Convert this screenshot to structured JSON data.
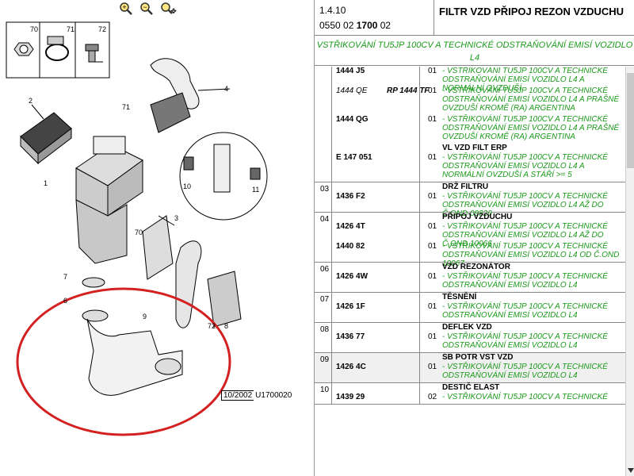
{
  "zoom": {
    "zoom_in_label": "+",
    "zoom_out_label": "−",
    "pan_label": "✥"
  },
  "diagram": {
    "callouts": [
      "70",
      "71",
      "72",
      "2",
      "1",
      "71",
      "4",
      "10",
      "11",
      "3",
      "70",
      "7",
      "6",
      "9",
      "72",
      "8"
    ],
    "ref_date": "10/2002",
    "ref_code": "U1700020",
    "highlight_color": "#d42020"
  },
  "header": {
    "section": "1.4.10",
    "part_prefix": "0550 02 ",
    "part_bold": "1700",
    "part_suffix": " 02",
    "title": "FILTR VZD PŘIPOJ REZON VZDUCHU",
    "variant": "VSTŘIKOVÁNÍ TU5JP 100CV A TECHNICKÉ ODSTRAŇOVÁNÍ EMISÍ VOZIDLO L4"
  },
  "rows": [
    {
      "num": "",
      "name": "",
      "lines": [
        {
          "ref": "1444 J5",
          "italic": false,
          "alt": "",
          "qty": "01",
          "text": "- VSTŘIKOVÁNÍ TU5JP 100CV A TECHNICKÉ ODSTRAŇOVÁNÍ EMISÍ VOZIDLO L4 A NORMÁLNÍ OVZDUŠÍ"
        },
        {
          "ref": "1444 QE",
          "italic": true,
          "alt": "RP 1444 TF",
          "qty": "01",
          "text": "- VSTŘIKOVÁNÍ TU5JP 100CV A TECHNICKÉ ODSTRAŇOVÁNÍ EMISÍ VOZIDLO L4 A PRAŠNÉ OVZDUŠÍ KROMĚ (RA) ARGENTINA"
        },
        {
          "ref": "1444 QG",
          "italic": false,
          "alt": "",
          "qty": "01",
          "text": "- VSTŘIKOVÁNÍ TU5JP 100CV A TECHNICKÉ ODSTRAŇOVÁNÍ EMISÍ VOZIDLO L4 A PRAŠNÉ OVZDUŠÍ KROMĚ (RA) ARGENTINA"
        },
        {
          "ref": "E 147 051",
          "italic": false,
          "alt": "",
          "qty": "01",
          "name": "VL VZD FILT ERP",
          "text": "- VSTŘIKOVÁNÍ TU5JP 100CV A TECHNICKÉ ODSTRAŇOVÁNÍ EMISÍ VOZIDLO L4 A NORMÁLNÍ OVZDUŠÍ A STÁŘÍ >= 5"
        }
      ]
    },
    {
      "num": "03",
      "name": "DRŽ FILTRU",
      "lines": [
        {
          "ref": "1436 F2",
          "italic": false,
          "alt": "",
          "qty": "01",
          "text": "- VSTŘIKOVÁNÍ TU5JP 100CV A TECHNICKÉ ODSTRAŇOVÁNÍ EMISÍ VOZIDLO L4 AŽ DO Č.OND 09820"
        }
      ]
    },
    {
      "num": "04",
      "name": "PŘIPOJ VZDUCHU",
      "lines": [
        {
          "ref": "1426 4T",
          "italic": false,
          "alt": "",
          "qty": "01",
          "text": "- VSTŘIKOVÁNÍ TU5JP 100CV A TECHNICKÉ ODSTRAŇOVÁNÍ EMISÍ VOZIDLO L4 AŽ DO Č.OND 10066"
        },
        {
          "ref": "1440 82",
          "italic": false,
          "alt": "",
          "qty": "01",
          "text": "- VSTŘIKOVÁNÍ TU5JP 100CV A TECHNICKÉ ODSTRAŇOVÁNÍ EMISÍ VOZIDLO L4 OD Č.OND 10067"
        }
      ]
    },
    {
      "num": "06",
      "name": "VZD REZONÁTOR",
      "lines": [
        {
          "ref": "1426 4W",
          "italic": false,
          "alt": "",
          "qty": "01",
          "text": "- VSTŘIKOVÁNÍ TU5JP 100CV A TECHNICKÉ ODSTRAŇOVÁNÍ EMISÍ VOZIDLO L4"
        }
      ]
    },
    {
      "num": "07",
      "name": "TĚSNĚNÍ",
      "lines": [
        {
          "ref": "1426 1F",
          "italic": false,
          "alt": "",
          "qty": "01",
          "text": "- VSTŘIKOVÁNÍ TU5JP 100CV A TECHNICKÉ ODSTRAŇOVÁNÍ EMISÍ VOZIDLO L4"
        }
      ]
    },
    {
      "num": "08",
      "name": "DEFLEK VZD",
      "lines": [
        {
          "ref": "1436 77",
          "italic": false,
          "alt": "",
          "qty": "01",
          "text": "- VSTŘIKOVÁNÍ TU5JP 100CV A TECHNICKÉ ODSTRAŇOVÁNÍ EMISÍ VOZIDLO L4"
        }
      ]
    },
    {
      "num": "09",
      "name": "SB POTR VST VZD",
      "shade": true,
      "lines": [
        {
          "ref": "1426 4C",
          "italic": false,
          "alt": "",
          "qty": "01",
          "text": "- VSTŘIKOVÁNÍ TU5JP 100CV A TECHNICKÉ ODSTRAŇOVÁNÍ EMISÍ VOZIDLO L4"
        }
      ]
    },
    {
      "num": "10",
      "name": "DESTIČ ELAST",
      "lines": [
        {
          "ref": "1439 29",
          "italic": false,
          "alt": "",
          "qty": "02",
          "text": "- VSTŘIKOVÁNÍ TU5JP 100CV A TECHNICKÉ"
        }
      ]
    }
  ]
}
